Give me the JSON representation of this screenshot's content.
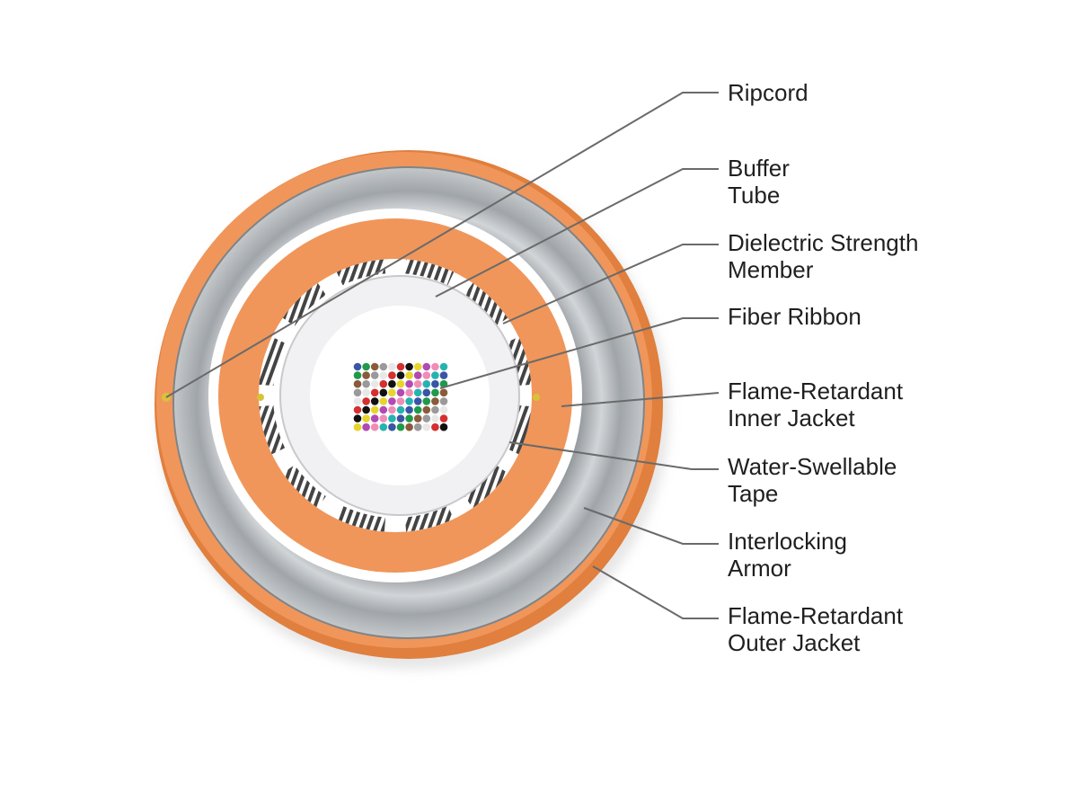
{
  "diagram": {
    "labels": [
      {
        "id": "ripcord",
        "lines": [
          "Ripcord"
        ]
      },
      {
        "id": "buffer-tube",
        "lines": [
          "Buffer",
          "Tube"
        ]
      },
      {
        "id": "dielectric-strength-member",
        "lines": [
          "Dielectric Strength",
          "Member"
        ]
      },
      {
        "id": "fiber-ribbon",
        "lines": [
          "Fiber Ribbon"
        ]
      },
      {
        "id": "inner-jacket",
        "lines": [
          "Flame-Retardant",
          "Inner Jacket"
        ]
      },
      {
        "id": "water-swellable-tape",
        "lines": [
          "Water-Swellable",
          "Tape"
        ]
      },
      {
        "id": "interlocking-armor",
        "lines": [
          "Interlocking",
          "Armor"
        ]
      },
      {
        "id": "outer-jacket",
        "lines": [
          "Flame-Retardant",
          "Outer Jacket"
        ]
      }
    ]
  },
  "colors": {
    "jacket_orange": "#f0965a",
    "jacket_orange_dark": "#e07f3e",
    "armor_gray": "#a9adb0",
    "armor_light": "#d4d7d9",
    "tube_white": "#f1f1f3",
    "leader_line": "#6a6a6a",
    "ripcord_yellow": "#d8c23a",
    "fiber_colors": [
      "#3a55a5",
      "#1f9a4a",
      "#8a5a3a",
      "#9a9a9a",
      "#e8e8e8",
      "#d4302f",
      "#111111",
      "#e6d52a",
      "#b14ab3",
      "#f08db6",
      "#26b3b0",
      "#f28a2a"
    ]
  }
}
